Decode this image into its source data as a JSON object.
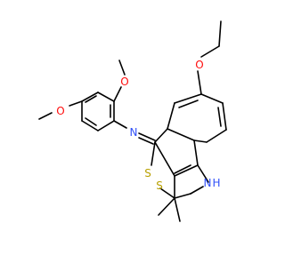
{
  "molecule": {
    "atoms": {
      "o_methoxy_top": "O",
      "o_methoxy_left": "O",
      "o_ethoxy": "O",
      "n_imine": "N",
      "s_upper": "S",
      "s_lower": "S",
      "nh_ring": "N",
      "nh_hydrogen": "H"
    },
    "colors": {
      "bond": "#000000",
      "oxygen": "#ff0d0d",
      "nitrogen": "#3050f8",
      "sulfur": "#b8a000"
    }
  }
}
